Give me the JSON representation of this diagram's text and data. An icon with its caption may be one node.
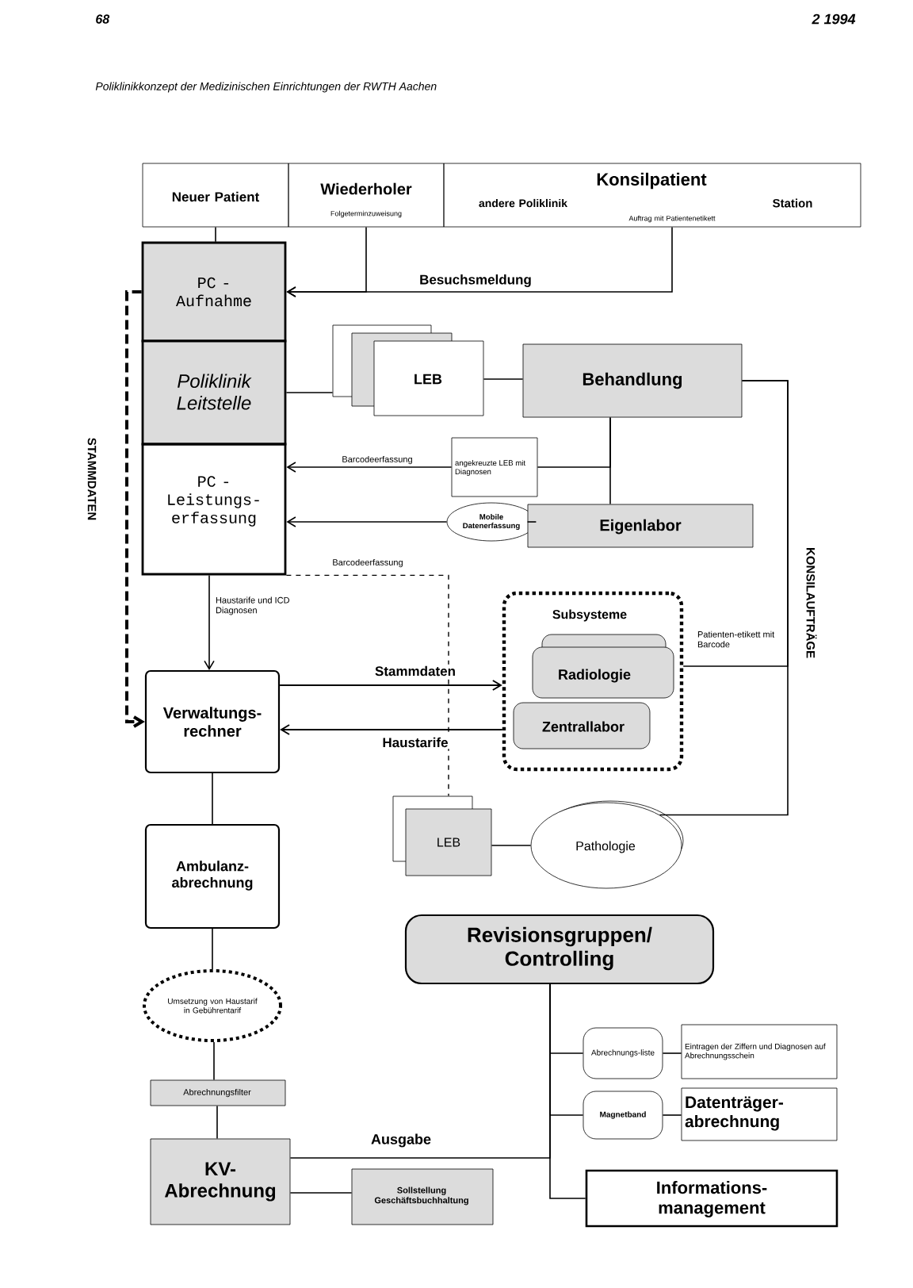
{
  "diagram": {
    "title": "Poliklinikkonzept der Medizinischen Einrichtungen der RWTH Aachen",
    "nodes": [
      {
        "text": [
          "Neuer Patient"
        ]
      },
      {
        "text": [
          "Wiederholer",
          "Folgeterminzuweisung"
        ]
      },
      {
        "text": [
          "Konsilpatient",
          "andere Poliklinik",
          "Station",
          "Auftrag mit Patientenetikett"
        ]
      },
      {
        "text": [
          "PC - Aufnahme"
        ]
      },
      {
        "text": [
          "Poliklinik Leitstelle"
        ]
      },
      {
        "text": [
          "PC - Leistungs-erfassung"
        ]
      },
      {
        "text": [
          "LEB"
        ]
      },
      {
        "text": [
          "Behandlung"
        ]
      },
      {
        "text": [
          "angekreuzte LEB mit Diagnosen"
        ]
      },
      {
        "text": [
          "Mobile Datenerfassung"
        ]
      },
      {
        "text": [
          "Eigenlabor"
        ]
      },
      {
        "text": [
          "Subsysteme"
        ]
      },
      {
        "text": [
          "Radiologie"
        ],
        "in": 11
      },
      {
        "text": [
          "Zentrallabor"
        ],
        "in": 11
      },
      {
        "text": [
          "Verwaltungs-rechner"
        ]
      },
      {
        "text": [
          "LEB"
        ]
      },
      {
        "text": [
          "Pathologie"
        ]
      },
      {
        "text": [
          "Ambulanz-abrechnung"
        ]
      },
      {
        "text": [
          "Revisionsgruppen/ Controlling"
        ]
      },
      {
        "text": [
          "Umsetzung von Haustarif in Gebührentarif"
        ]
      },
      {
        "text": [
          "Abrechnungsfilter"
        ]
      },
      {
        "text": [
          "KV-Abrechnung"
        ]
      },
      {
        "text": [
          "Sollstellung Geschäftsbuchhaltung"
        ]
      },
      {
        "text": [
          "Abrechnungs-liste"
        ]
      },
      {
        "text": [
          "Eintragen der Ziffern und Diagnosen auf Abrechnungsschein"
        ]
      },
      {
        "text": [
          "Magnetband"
        ]
      },
      {
        "text": [
          "Datenträger-abrechnung"
        ]
      },
      {
        "text": [
          "Informations-management"
        ]
      }
    ],
    "edges": [
      {
        "from": 0,
        "to": 3,
        "arrow": "none"
      },
      {
        "from": 1,
        "to": 3,
        "arrow": "to"
      },
      {
        "from": 2,
        "to": 3,
        "arrow": "to",
        "label": "Besuchsmeldung"
      },
      {
        "from": 4,
        "to": 6,
        "arrow": "none"
      },
      {
        "from": 6,
        "to": 7,
        "arrow": "none"
      },
      {
        "from": 7,
        "to": 10,
        "arrow": "none"
      },
      {
        "from": 7,
        "to": 8,
        "arrow": "none"
      },
      {
        "from": 8,
        "to": 5,
        "arrow": "to",
        "label": "Barcodeerfassung"
      },
      {
        "from": 9,
        "to": 5,
        "arrow": "to"
      },
      {
        "from": 10,
        "to": 9,
        "arrow": "none"
      },
      {
        "from": 5,
        "to": 15,
        "arrow": "none",
        "style": "dashed",
        "label": "Barcodeerfassung"
      },
      {
        "from": 5,
        "to": 14,
        "arrow": "to",
        "label": "Haustarife und ICD Diagnosen"
      },
      {
        "from": 3,
        "to": 14,
        "arrow": "to",
        "style": "dashed",
        "label": "STAMMDATEN"
      },
      {
        "from": 14,
        "to": 11,
        "arrow": "to",
        "label": "Stammdaten"
      },
      {
        "from": 11,
        "to": 14,
        "arrow": "to",
        "label": "Haustarife"
      },
      {
        "from": 7,
        "to": 11,
        "arrow": "none",
        "label": "Patienten-etikett mit Barcode"
      },
      {
        "from": 7,
        "to": 16,
        "arrow": "none",
        "label": "KONSILAUFTRÄGE"
      },
      {
        "from": 15,
        "to": 16,
        "arrow": "none"
      },
      {
        "from": 14,
        "to": 17,
        "arrow": "none"
      },
      {
        "from": 17,
        "to": 19,
        "arrow": "none"
      },
      {
        "from": 19,
        "to": 20,
        "arrow": "none"
      },
      {
        "from": 20,
        "to": 21,
        "arrow": "none"
      },
      {
        "from": 21,
        "to": 22,
        "arrow": "none"
      },
      {
        "from": 21,
        "to": 18,
        "arrow": "none",
        "label": "Ausgabe"
      },
      {
        "from": 18,
        "to": 23,
        "arrow": "none"
      },
      {
        "from": 18,
        "to": 25,
        "arrow": "none"
      },
      {
        "from": 18,
        "to": 27,
        "arrow": "none"
      },
      {
        "from": 23,
        "to": 24,
        "arrow": "none"
      },
      {
        "from": 25,
        "to": 26,
        "arrow": "none"
      }
    ],
    "labels": [
      "68",
      "2 1994"
    ]
  }
}
